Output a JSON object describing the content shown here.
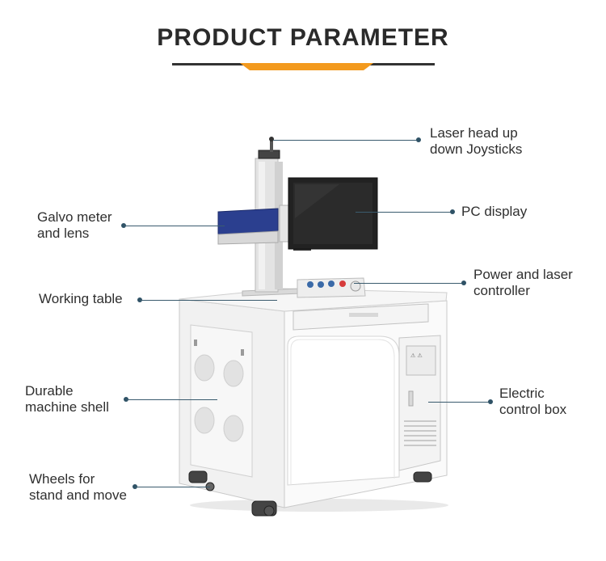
{
  "header": {
    "title": "PRODUCT PARAMETER",
    "accent_color": "#f39a1e"
  },
  "machine": {
    "name_icon": "laser-marking-machine-illustration"
  },
  "callouts": [
    {
      "id": "laser-head-joystick",
      "lines": [
        "Laser head up",
        "down Joysticks"
      ]
    },
    {
      "id": "pc-display",
      "lines": [
        "PC display"
      ]
    },
    {
      "id": "galvo-meter-lens",
      "lines": [
        "Galvo meter",
        "and lens"
      ]
    },
    {
      "id": "power-laser-controller",
      "lines": [
        "Power and laser",
        "controller"
      ]
    },
    {
      "id": "working-table",
      "lines": [
        "Working table"
      ]
    },
    {
      "id": "durable-shell",
      "lines": [
        "Durable",
        "machine shell"
      ]
    },
    {
      "id": "electric-control-box",
      "lines": [
        "Electric",
        "control box"
      ]
    },
    {
      "id": "wheels",
      "lines": [
        "Wheels for",
        "stand and move"
      ]
    }
  ]
}
